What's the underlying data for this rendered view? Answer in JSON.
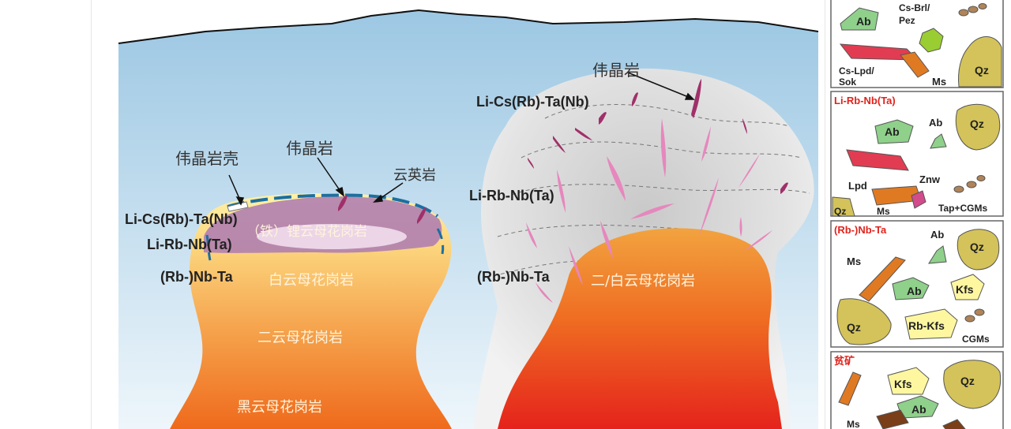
{
  "left_body": {
    "labels": {
      "pegmatite_shell": "伟晶岩壳",
      "pegmatite": "伟晶岩",
      "greisen": "云英岩",
      "zone_licsrbtanb": "Li-Cs(Rb)-Ta(Nb)",
      "zone_lirbnbta": "Li-Rb-Nb(Ta)",
      "zone_rbnbta": "(Rb-)Nb-Ta"
    },
    "granites": {
      "li_mica": "（铁）锂云母花岗岩",
      "muscovite": "白云母花岗岩",
      "two_mica": "二云母花岗岩",
      "biotite": "黑云母花岗岩"
    }
  },
  "right_body": {
    "labels": {
      "pegmatite": "伟晶岩",
      "zone_licsrbtanb": "Li-Cs(Rb)-Ta(Nb)",
      "zone_lirbnbta": "Li-Rb-Nb(Ta)",
      "zone_rbnbta": "(Rb-)Nb-Ta"
    },
    "granite": "二/白云母花岗岩"
  },
  "panels": [
    {
      "title": "",
      "minerals": [
        "Ab",
        "Cs-Brl/",
        "Pez",
        "Cs-Lpd/",
        "Sok",
        "Ms",
        "Qz"
      ]
    },
    {
      "title": "Li-Rb-Nb(Ta)",
      "minerals": [
        "Ab",
        "Ab",
        "Qz",
        "Lpd",
        "Znw",
        "Ms",
        "Tap+CGMs",
        "Qz"
      ]
    },
    {
      "title": "(Rb-)Nb-Ta",
      "minerals": [
        "Ab",
        "Qz",
        "Ms",
        "Ab",
        "Kfs",
        "Qz",
        "Rb-Kfs",
        "CGMs"
      ]
    },
    {
      "title": "贫矿",
      "minerals": [
        "Kfs",
        "Qz",
        "Ab",
        "Ms"
      ]
    }
  ],
  "colors": {
    "sky": "#a9cfe6",
    "accent_red": "#e0231c",
    "li_mica": "#b07fb0",
    "pegmatite_dyke": "#a0306a"
  }
}
